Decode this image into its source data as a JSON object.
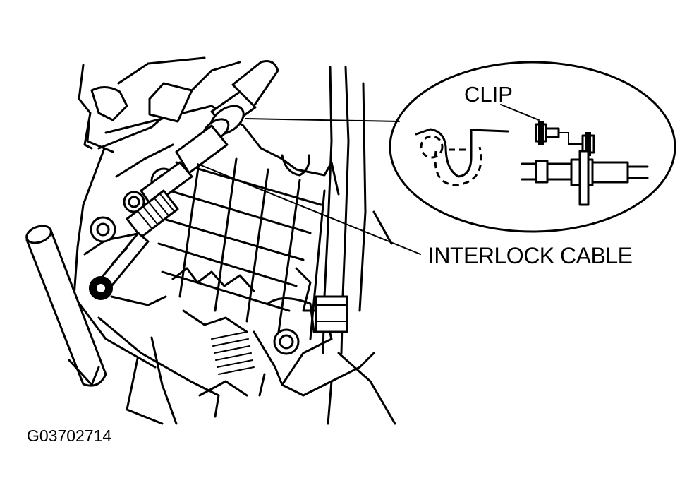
{
  "labels": {
    "clip": "CLIP",
    "interlock_cable": "INTERLOCK CABLE",
    "figure_id": "G03702714"
  },
  "colors": {
    "ink": "#000000",
    "paper": "#ffffff"
  }
}
